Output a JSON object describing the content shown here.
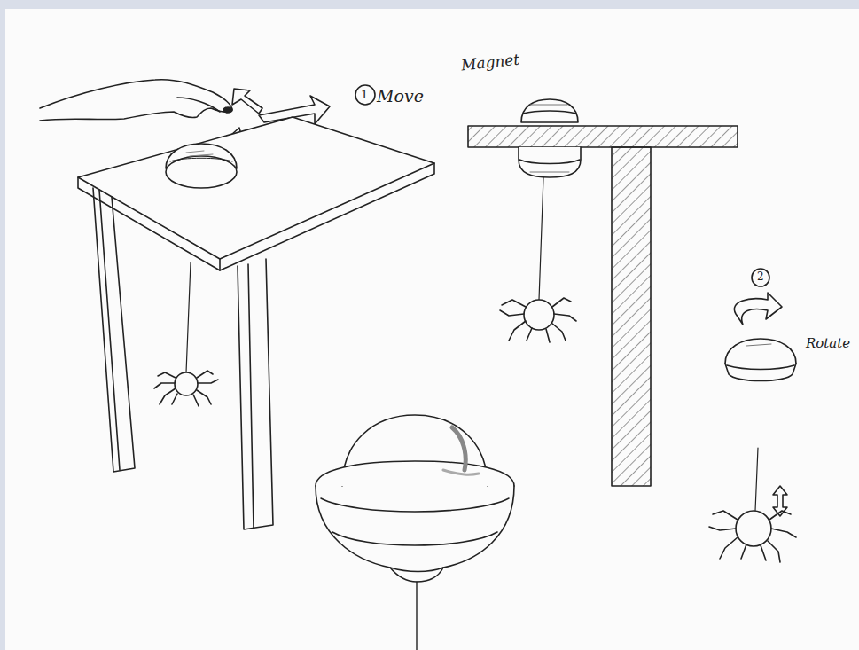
{
  "diagram": {
    "labels": [
      "1",
      "Move",
      "Magnet",
      "2",
      "Rotate"
    ]
  }
}
